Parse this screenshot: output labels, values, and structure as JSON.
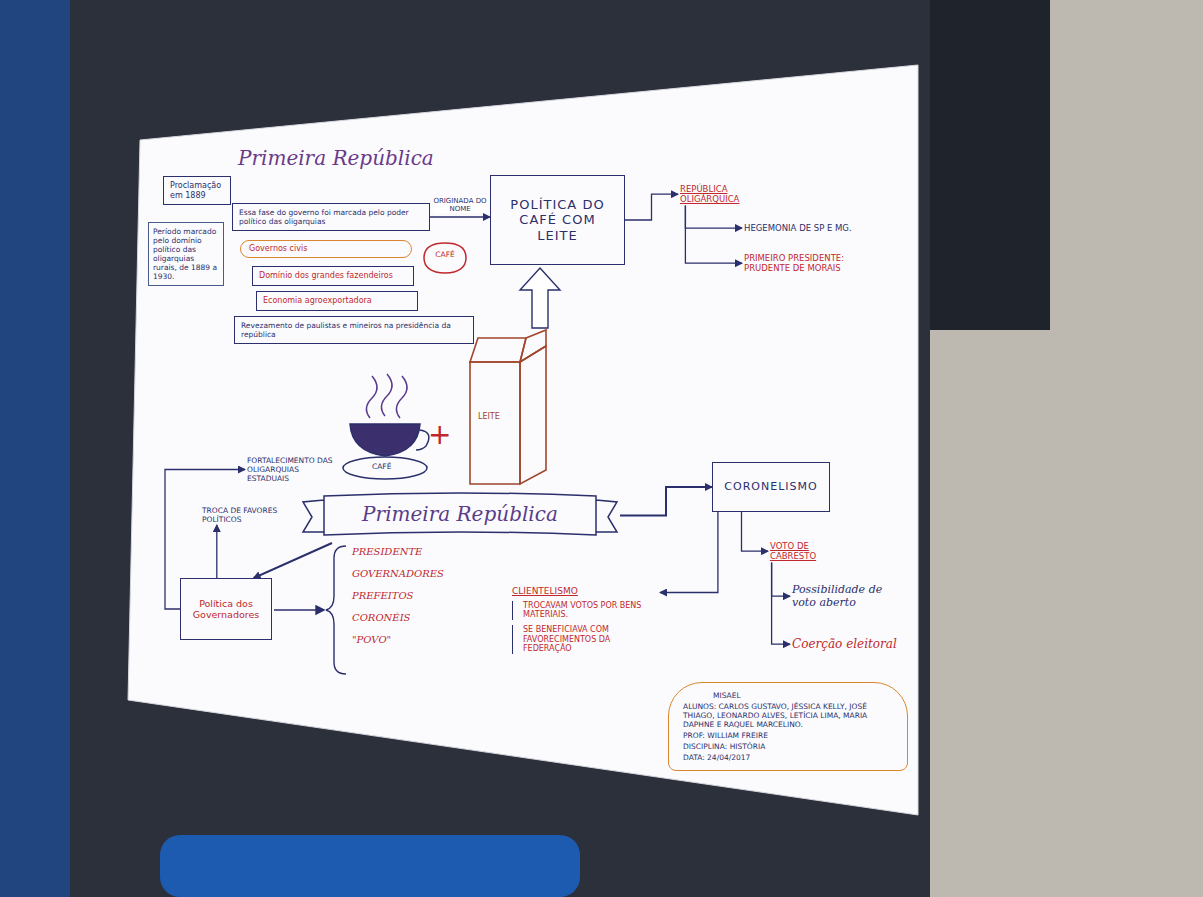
{
  "diagram": {
    "title": "Primeira República",
    "nodes": [
      {
        "text": [
          "Proclamação em 1889"
        ]
      },
      {
        "text": [
          "Período marcado pelo domínio político das oligarquias rurais, de 1889 a 1930."
        ]
      },
      {
        "text": [
          "Essa fase do governo foi marcada pelo poder político das oligarquias"
        ]
      },
      {
        "text": [
          "Governos civis"
        ]
      },
      {
        "text": [
          "Domínio dos grandes fazendeiros"
        ]
      },
      {
        "text": [
          "Economia agroexportadora"
        ]
      },
      {
        "text": [
          "Revezamento de paulistas e mineiros na presidência da república"
        ]
      },
      {
        "text": [
          "CAFÉ"
        ]
      },
      {
        "text": [
          "POLÍTICA DO CAFÉ COM LEITE"
        ]
      },
      {
        "text": [
          "REPÚBLICA OLIGÁRQUICA"
        ]
      },
      {
        "text": [
          "HEGEMONIA DE SP E MG."
        ]
      },
      {
        "text": [
          "PRIMEIRO PRESIDENTE: PRUDENTE DE MORAIS"
        ]
      },
      {
        "text": [
          "Primeira República"
        ]
      },
      {
        "text": [
          "Política dos Governadores"
        ]
      },
      {
        "text": [
          "TROCA DE FAVORES POLÍTICOS"
        ]
      },
      {
        "text": [
          "FORTALECIMENTO DAS OLIGARQUIAS ESTADUAIS"
        ]
      },
      {
        "text": [
          "CORONELISMO"
        ]
      },
      {
        "text": [
          "VOTO DE CABRESTO"
        ]
      },
      {
        "text": [
          "Possibilidade de voto aberto"
        ]
      },
      {
        "text": [
          "Coerção eleitoral"
        ]
      },
      {
        "text": [
          "CLIENTELISMO",
          "TROCAVAM VOTOS POR BENS MATERIAIS.",
          "SE BENEFICIAVA COM FAVORECIMENTOS DA FEDERAÇÃO"
        ]
      },
      {
        "text": [
          "MISAEL",
          "ALUNOS: CARLOS GUSTAVO, JÉSSICA KELLY, JOSÉ THIAGO, LEONARDO ALVES, LETÍCIA LIMA, MARIA DAPHNE E RAQUEL MARCELINO.",
          "PROF: WILLIAM FREIRE",
          "DISCIPLINA: HISTÓRIA",
          "DATA: 24/04/2017"
        ]
      }
    ],
    "edges": [
      {
        "from": 2,
        "to": 8,
        "label": "ORIGINADA DO NOME",
        "arrow": "to"
      },
      {
        "from": 8,
        "to": 9,
        "arrow": "to"
      },
      {
        "from": 9,
        "to": 10,
        "arrow": "to"
      },
      {
        "from": 9,
        "to": 11,
        "arrow": "to"
      },
      {
        "from": 12,
        "to": 16,
        "arrow": "to"
      },
      {
        "from": 12,
        "to": 13,
        "arrow": "to"
      },
      {
        "from": 13,
        "to": 14,
        "arrow": "to"
      },
      {
        "from": 13,
        "to": 15,
        "arrow": "to"
      },
      {
        "from": 16,
        "to": 17,
        "arrow": "to"
      },
      {
        "from": 16,
        "to": 20,
        "arrow": "to"
      },
      {
        "from": 17,
        "to": 18,
        "arrow": "to"
      },
      {
        "from": 17,
        "to": 19,
        "arrow": "to"
      }
    ],
    "labels": [
      "CAFÉ",
      "+",
      "LEITE",
      "PRESIDENTE",
      "GOVERNADORES",
      "PREFEITOS",
      "CORONÉIS",
      "\"POVO\""
    ]
  }
}
